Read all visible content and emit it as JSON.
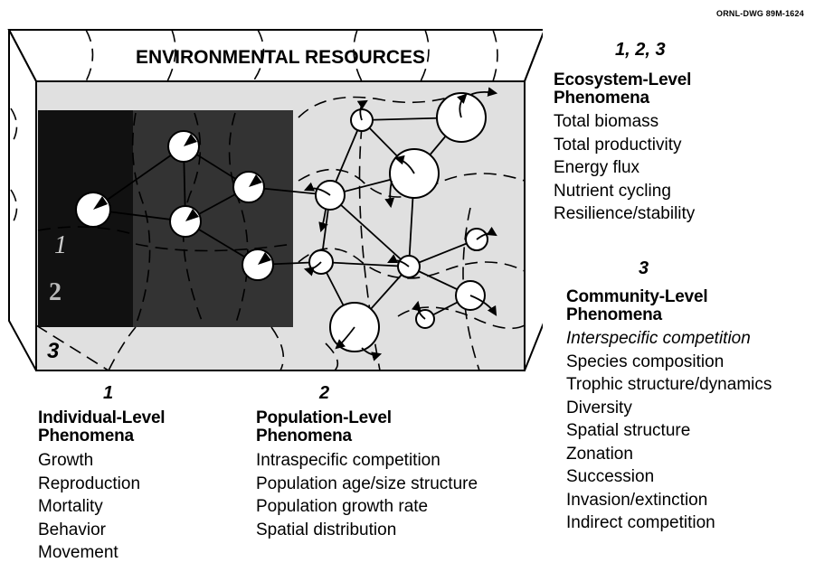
{
  "drawing_id": "ORNL-DWG 89M-1624",
  "box_title": "ENVIRONMENTAL RESOURCES",
  "region_labels": [
    "1",
    "2",
    "3"
  ],
  "ecosystem": {
    "number": "1, 2, 3",
    "title_line1": "Ecosystem-Level",
    "title_line2": "Phenomena",
    "items": [
      "Total biomass",
      "Total productivity",
      "Energy flux",
      "Nutrient cycling",
      "Resilience/stability"
    ]
  },
  "community": {
    "number": "3",
    "title_line1": "Community-Level",
    "title_line2": "Phenomena",
    "items": [
      "Interspecific competition",
      "Species composition",
      "Trophic structure/dynamics",
      "Diversity",
      "Spatial structure",
      "Zonation",
      "Succession",
      "Invasion/extinction",
      "Indirect competition"
    ]
  },
  "individual": {
    "number": "1",
    "title_line1": "Individual-Level",
    "title_line2": "Phenomena",
    "items": [
      "Growth",
      "Reproduction",
      "Mortality",
      "Behavior",
      "Movement"
    ]
  },
  "population": {
    "number": "2",
    "title_line1": "Population-Level",
    "title_line2": "Phenomena",
    "items": [
      "Intraspecific competition",
      "Population age/size structure",
      "Population growth rate",
      "Spatial distribution"
    ]
  }
}
